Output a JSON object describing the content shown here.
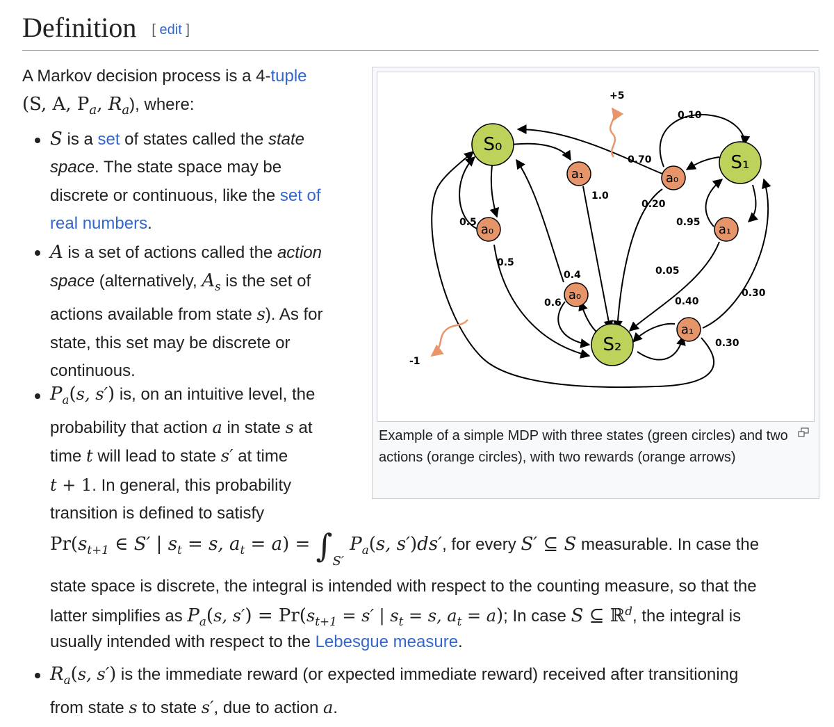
{
  "heading": {
    "title": "Definition",
    "edit_open": "[ ",
    "edit_label": "edit",
    "edit_close": " ]"
  },
  "intro": {
    "text": "A Markov decision process is a 4-",
    "link": "tuple",
    "tuple_math": "(S, A, P",
    "tuple_rest": "), where:"
  },
  "bullets": {
    "s": {
      "math": "S",
      "t1": " is a ",
      "link1": "set",
      "t2": " of states called the ",
      "em": "state",
      "line2_em": "space",
      "line2": ". The state space may be",
      "line3": "discrete or continuous, like the ",
      "link2a": "set of",
      "link2b": "real numbers",
      "end": "."
    },
    "a": {
      "math": "A",
      "t1": " is a set of actions called the ",
      "em": "action",
      "l2em": "space",
      "l2a": " (alternatively, ",
      "l2m": "A",
      "l2b": " is the set of",
      "l3a": "actions available from state ",
      "l3b": "). As for",
      "l4": "state, this set may be discrete or",
      "l5": "continuous."
    },
    "p": {
      "l1": " is, on an intuitive level, the",
      "l2a": "probability that action ",
      "l2b": " in state ",
      "l2c": " at",
      "l3a": "time ",
      "l3b": " will lead to state ",
      "l3c": " at time",
      "l4": ". In general, this probability",
      "l5": "transition is defined to satisfy"
    },
    "r": {
      "l1": " is the immediate reward (or expected immediate reward) received after transitioning",
      "l2a": "from state ",
      "l2b": " to state ",
      "l2c": ", due to action ",
      "l2d": "."
    }
  },
  "formula_text": {
    "after": ", for every ",
    "measurable": " measurable. In case the"
  },
  "continuation": {
    "l1": "state space is discrete, the integral is intended with respect to the counting measure, so that the",
    "l2a": "latter simplifies as ",
    "l2b": "; In case ",
    "l2c": ", the integral is",
    "l3a": "usually intended with respect to the ",
    "l3link": "Lebesgue measure",
    "l3b": "."
  },
  "figure": {
    "caption": "Example of a simple MDP with three states (green circles) and two actions (orange circles), with two rewards (orange arrows)",
    "states": [
      "S₀",
      "S₁",
      "S₂"
    ],
    "labels": {
      "plus5": "+5",
      "minus1": "-1",
      "p010": "0.10",
      "p070": "0.70",
      "p10": "1.0",
      "p020": "0.20",
      "p095": "0.95",
      "p05a": "0.5",
      "p05b": "0.5",
      "p04": "0.4",
      "p06": "0.6",
      "p005": "0.05",
      "p040": "0.40",
      "p030a": "0.30",
      "p030b": "0.30"
    },
    "colors": {
      "state": "#bcd25b",
      "action": "#e6946a",
      "reward": "#e8956b"
    }
  }
}
